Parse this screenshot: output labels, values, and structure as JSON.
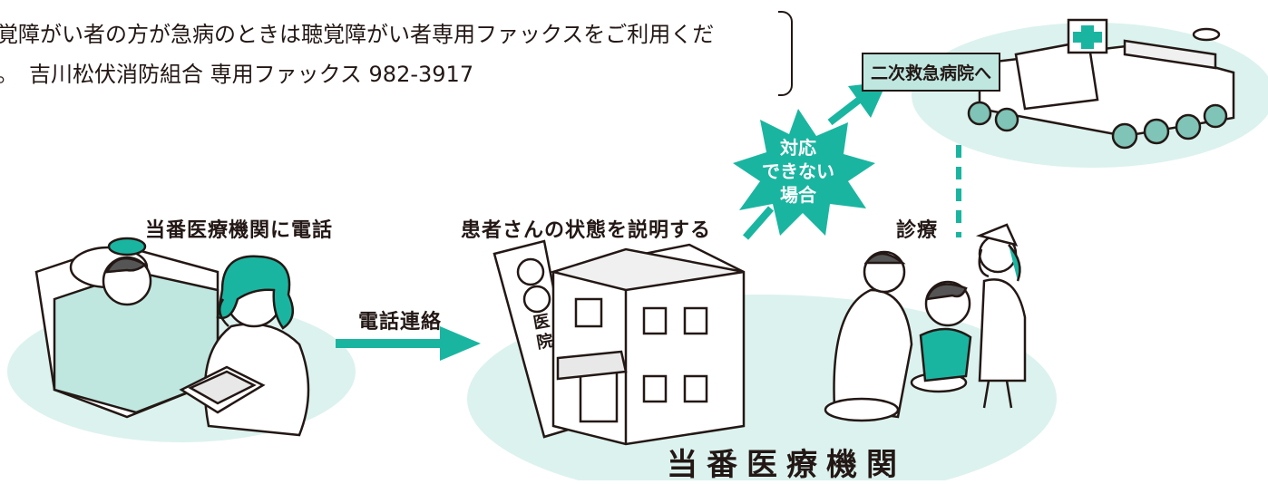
{
  "note": {
    "line1": "覚障がい者の方が急病のときは聴覚障がい者専用ファックスをご利用くだ",
    "line2": "。　吉川松伏消防組合 専用ファックス 982-3917"
  },
  "labels": {
    "step1": "当番医療機関に電話",
    "arrow": "電話連絡",
    "step2": "患者さんの状態を説明する",
    "step3": "診療",
    "hospital_name": "当番医療機関",
    "secondary_hospital": "二次救急病院へ",
    "burst_line1": "対応",
    "burst_line2": "できない",
    "burst_line3": "場合",
    "clinic_sign": "医院"
  },
  "colors": {
    "teal": "#1ab5a0",
    "light_teal": "#dcf2ee",
    "label_bg": "#bfe7e0",
    "line": "#231815"
  }
}
